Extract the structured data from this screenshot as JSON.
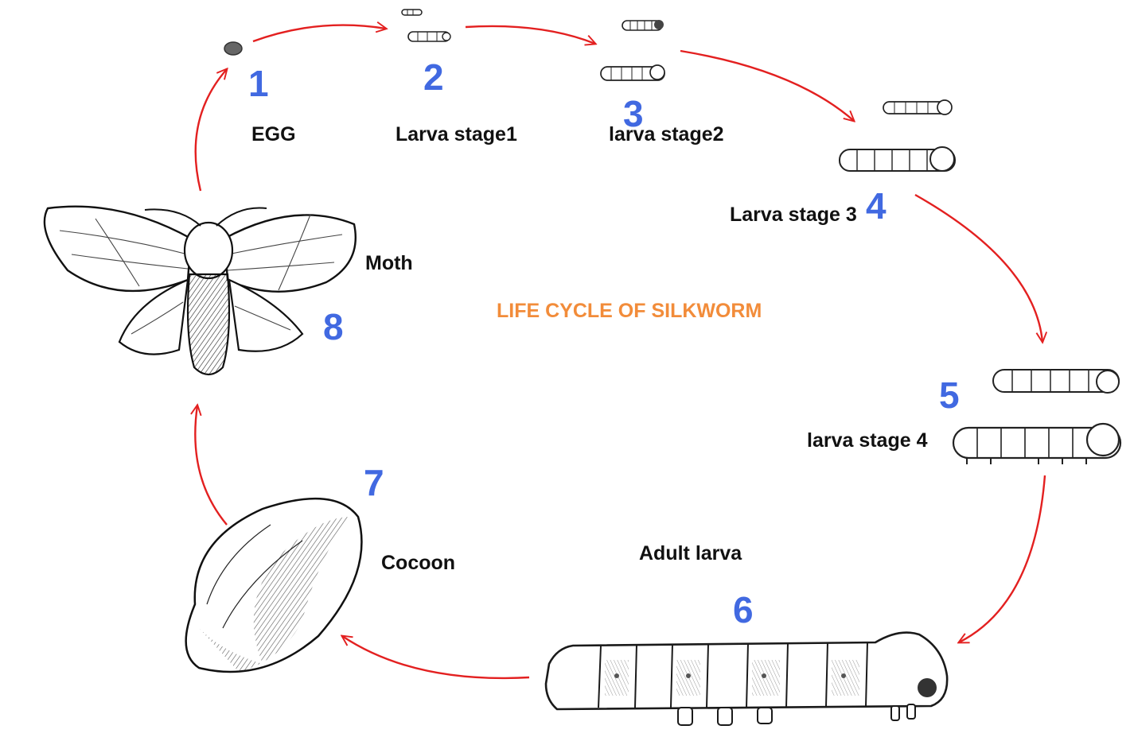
{
  "title": {
    "text": "LIFE CYCLE OF SILKWORM",
    "color": "#f28c3a"
  },
  "colors": {
    "arrow": "#e32020",
    "number": "#4169e1",
    "ink": "#1a1a1a"
  },
  "stages": [
    {
      "number": "1",
      "label": "EGG",
      "icon": "egg-icon"
    },
    {
      "number": "2",
      "label": "Larva stage1",
      "icon": "small-larva-icon"
    },
    {
      "number": "3",
      "label": "larva stage2",
      "icon": "larva-icon"
    },
    {
      "number": "4",
      "label": "Larva stage 3",
      "icon": "larva-icon"
    },
    {
      "number": "5",
      "label": "larva stage 4",
      "icon": "larva-icon"
    },
    {
      "number": "6",
      "label": "Adult larva",
      "icon": "adult-larva-icon"
    },
    {
      "number": "7",
      "label": "Cocoon",
      "icon": "cocoon-icon"
    },
    {
      "number": "8",
      "label": "Moth",
      "icon": "moth-icon"
    }
  ]
}
